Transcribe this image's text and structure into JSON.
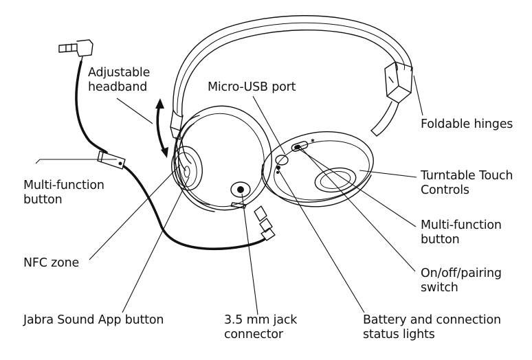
{
  "labels": {
    "adjustable_headband_1": "Adjustable",
    "adjustable_headband_2": "headband",
    "micro_usb_port": "Micro-USB port",
    "foldable_hinges": "Foldable hinges",
    "multi_function_button_left_1": "Multi-function",
    "multi_function_button_left_2": "button",
    "turntable_touch_controls_1": "Turntable Touch",
    "turntable_touch_controls_2": "Controls",
    "multi_function_button_right_1": "Multi-function",
    "multi_function_button_right_2": "button",
    "nfc_zone": "NFC zone",
    "on_off_pairing_switch_1": "On/off/pairing",
    "on_off_pairing_switch_2": "switch",
    "jabra_sound_app_button": "Jabra Sound App button",
    "jack_connector_1": "3.5 mm jack",
    "jack_connector_2": "connector",
    "battery_status_lights_1": "Battery and connection",
    "battery_status_lights_2": "status lights"
  }
}
